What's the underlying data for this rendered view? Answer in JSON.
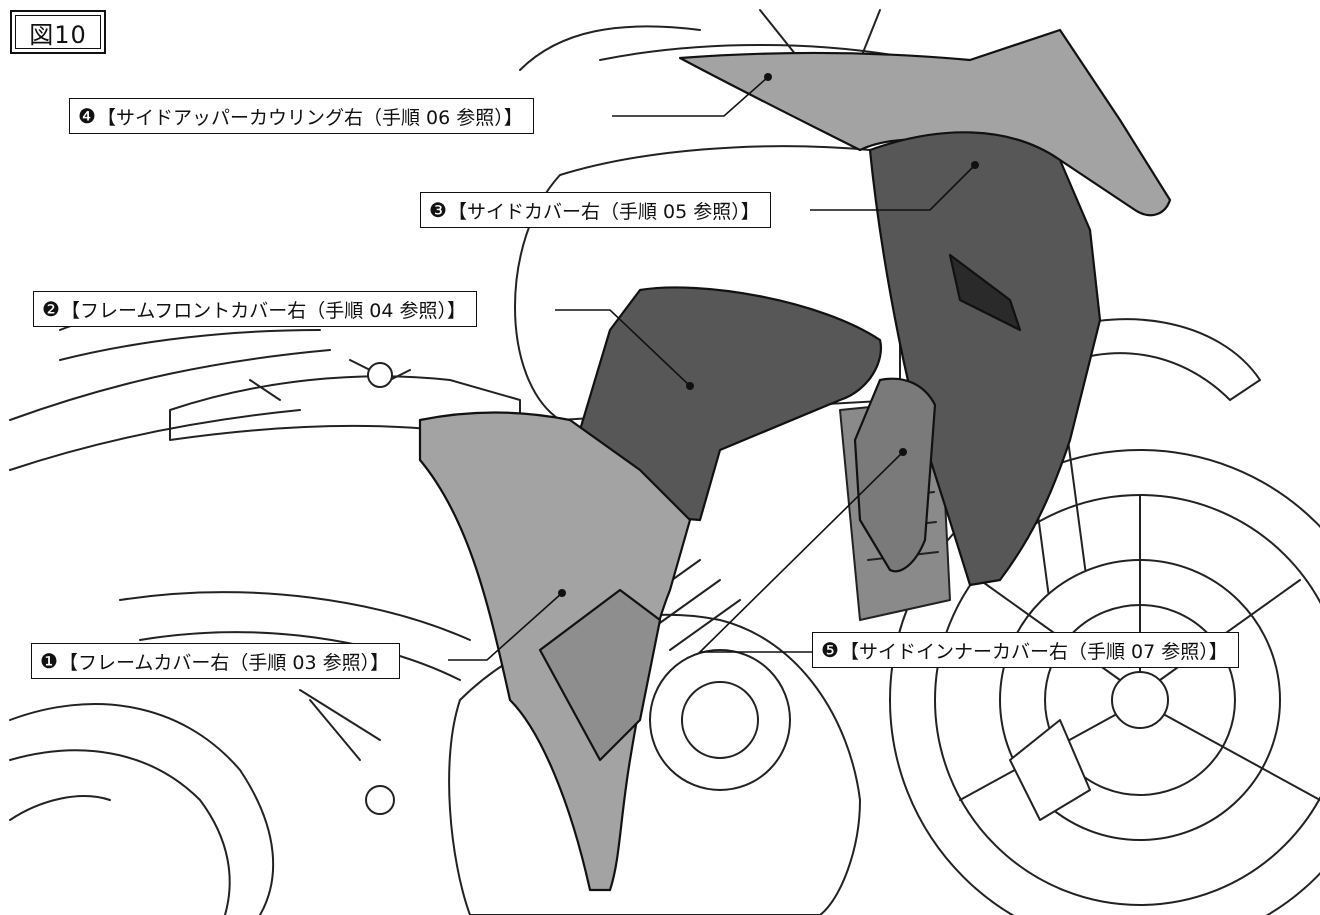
{
  "figure_label": "図10",
  "callouts": [
    {
      "num": "❹",
      "text": "【サイドアッパーカウリング右（手順 06 参照）】"
    },
    {
      "num": "❸",
      "text": "【サイドカバー右（手順 05 参照）】"
    },
    {
      "num": "❷",
      "text": "【フレームフロントカバー右（手順 04 参照）】"
    },
    {
      "num": "❶",
      "text": "【フレームカバー右（手順 03 参照）】"
    },
    {
      "num": "❺",
      "text": "【サイドインナーカバー右（手順 07 参照）】"
    }
  ]
}
